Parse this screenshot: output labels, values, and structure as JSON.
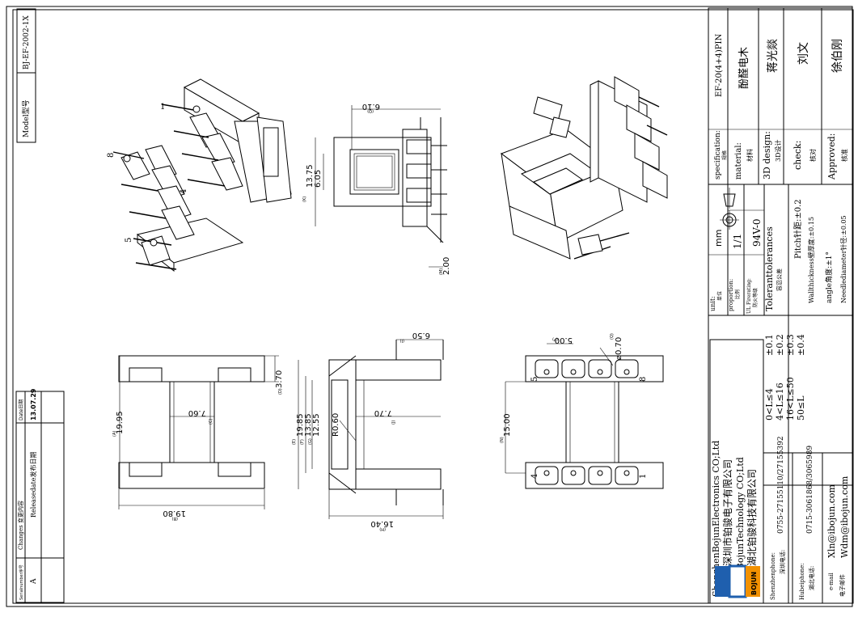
{
  "model": {
    "label": "Model型号",
    "value": "BJ-EF-2002-1X"
  },
  "changes": {
    "headers": {
      "serial": "Serialnumber序号",
      "changes": "Changes 变更内容",
      "date": "Date日期"
    },
    "rows": [
      {
        "serial": "A",
        "changes": "Releasedate发布日期",
        "date": "13.07.29"
      }
    ]
  },
  "pin_labels": {
    "p1": "1",
    "p4": "4",
    "p5": "5",
    "p8": "8"
  },
  "dims": {
    "d610": "6.10",
    "d1375": "13.75",
    "d605": "6.05",
    "d200": "2.00",
    "d1995": "19.95",
    "d760": "7.60",
    "d1980": "19.80",
    "d370": "3.70",
    "d1985": "19.85",
    "d1385": "13.85",
    "d1255": "12.55",
    "dR060": "R0.60",
    "d770": "7.70",
    "d1640": "16.40",
    "d650": "6.50",
    "d1500": "15.00",
    "d500": "5.00",
    "d070": "⌀0.70",
    "tagA": "(A)",
    "tagB": "(B)",
    "tagC": "(C)",
    "tagD": "(D)",
    "tagE": "(E)",
    "tagF": "(F)",
    "tagG": "(G)",
    "tagH": "(H)",
    "tagI": "(I)",
    "tagJ": "(J)",
    "tagK": "(K)",
    "tagL": "(L)",
    "tagM": "(M)",
    "tagN": "(N)",
    "tagO": "(O)",
    "tagP": "(P)",
    "tagQ": "(Q)"
  },
  "title_block": {
    "spec_label": "specification:",
    "spec_label_cn": "规格",
    "spec_value": "EF-20(4+4)PIN",
    "material_label": "material:",
    "material_label_cn": "材料",
    "material_value": "酚醛电木",
    "design_label": "3D design:",
    "design_label_cn": "3D设计",
    "design_value": "蒋光燚",
    "check_label": "check:",
    "check_label_cn": "核对",
    "check_value": "刘文",
    "approved_label": "Approved:",
    "approved_label_cn": "核准",
    "approved_value": "徐伯刚",
    "unit_label": "unit:",
    "unit_label_cn": "单位",
    "unit_value": "mm",
    "proportion_label": "proportion:",
    "proportion_label_cn": "比例",
    "proportion_value": "1/1",
    "fire_label": "UL Firerating:",
    "fire_label_cn": "防火等级",
    "fire_value": "94V-0",
    "tol_title": "Toleranttolerances",
    "tol_title_cn": "容忍公差",
    "tol_rows": [
      {
        "range": "0<L≤4",
        "val": "±0.1"
      },
      {
        "range": "4<L≤16",
        "val": "±0.2"
      },
      {
        "range": "16<L≤50",
        "val": "±0.3"
      },
      {
        "range": "50≤L",
        "val": "±0.4"
      }
    ],
    "tol_notes": [
      "Pitch针距:±0.2",
      "Wallthickness壁厚度:±0.15",
      "angle角度:±1°",
      "Needlediameter针径:±0.05"
    ],
    "company": [
      "ShenzhenBojunElectronics CO;Ltd",
      "深圳市铂骏电子有限公司",
      "HubeiBojunTechnology CO;Ltd",
      "湖北铂骏科技有限公司"
    ],
    "logo_text": "BOJUN",
    "contacts": [
      {
        "label": "Shenzhenphone:",
        "label_cn": "深圳电话:",
        "value": "0755-27155110/27155392"
      },
      {
        "label": "Hubeiphone:",
        "label_cn": "湖北电话:",
        "value": "0715-3061868/3065989"
      },
      {
        "label": "e-mail",
        "label_cn": "电子邮件",
        "value": "Xln@ibojun.com",
        "value2": "Wdm@ibojun.com"
      }
    ]
  }
}
